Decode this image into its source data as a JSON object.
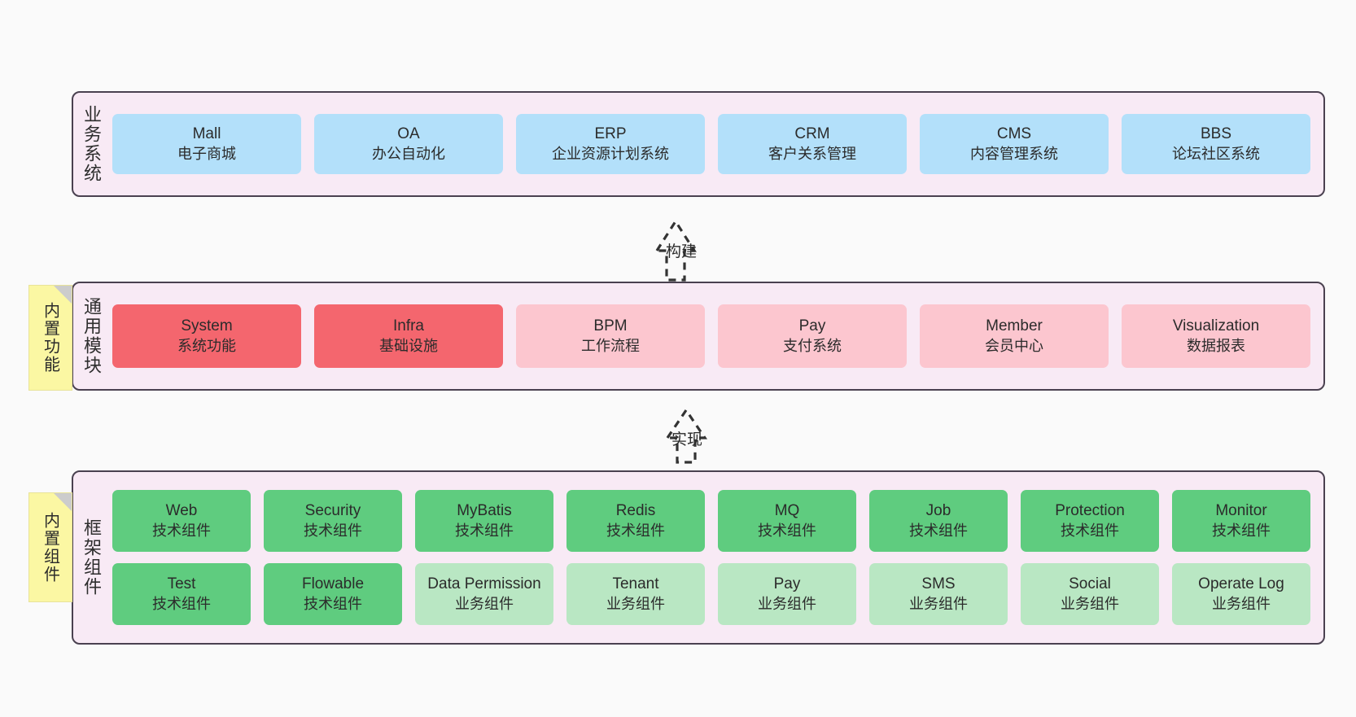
{
  "diagram": {
    "title_semantic": "ruoyi-vue-pro-architecture",
    "background": "#fafafa",
    "panel_bg": "#f8eaf5",
    "panel_border": "#4a4150",
    "colors": {
      "blue": "#b3e0fa",
      "red": "#f4666e",
      "pink": "#fcc6cf",
      "green": "#5fcc7f",
      "light_green": "#b9e7c3",
      "sticky_yellow": "#fbf7a3",
      "sticky_fold": "#cccccc"
    }
  },
  "layers": [
    {
      "id": "business",
      "title": "业务系统",
      "sticky": null,
      "rows": [
        {
          "cards": [
            {
              "name": "Mall",
              "sub": "电子商城",
              "color": "blue"
            },
            {
              "name": "OA",
              "sub": "办公自动化",
              "color": "blue"
            },
            {
              "name": "ERP",
              "sub": "企业资源计划系统",
              "color": "blue"
            },
            {
              "name": "CRM",
              "sub": "客户关系管理",
              "color": "blue"
            },
            {
              "name": "CMS",
              "sub": "内容管理系统",
              "color": "blue"
            },
            {
              "name": "BBS",
              "sub": "论坛社区系统",
              "color": "blue"
            }
          ]
        }
      ]
    },
    {
      "id": "modules",
      "title": "通用模块",
      "sticky": "内置功能",
      "rows": [
        {
          "cards": [
            {
              "name": "System",
              "sub": "系统功能",
              "color": "red"
            },
            {
              "name": "Infra",
              "sub": "基础设施",
              "color": "red"
            },
            {
              "name": "BPM",
              "sub": "工作流程",
              "color": "pink"
            },
            {
              "name": "Pay",
              "sub": "支付系统",
              "color": "pink"
            },
            {
              "name": "Member",
              "sub": "会员中心",
              "color": "pink"
            },
            {
              "name": "Visualization",
              "sub": "数据报表",
              "color": "pink"
            }
          ]
        }
      ]
    },
    {
      "id": "framework",
      "title": "框架组件",
      "sticky": "内置组件",
      "rows": [
        {
          "cards": [
            {
              "name": "Web",
              "sub": "技术组件",
              "color": "green"
            },
            {
              "name": "Security",
              "sub": "技术组件",
              "color": "green"
            },
            {
              "name": "MyBatis",
              "sub": "技术组件",
              "color": "green"
            },
            {
              "name": "Redis",
              "sub": "技术组件",
              "color": "green"
            },
            {
              "name": "MQ",
              "sub": "技术组件",
              "color": "green"
            },
            {
              "name": "Job",
              "sub": "技术组件",
              "color": "green"
            },
            {
              "name": "Protection",
              "sub": "技术组件",
              "color": "green"
            },
            {
              "name": "Monitor",
              "sub": "技术组件",
              "color": "green"
            }
          ]
        },
        {
          "cards": [
            {
              "name": "Test",
              "sub": "技术组件",
              "color": "green"
            },
            {
              "name": "Flowable",
              "sub": "技术组件",
              "color": "green"
            },
            {
              "name": "Data Permission",
              "sub": "业务组件",
              "color": "lgreen"
            },
            {
              "name": "Tenant",
              "sub": "业务组件",
              "color": "lgreen"
            },
            {
              "name": "Pay",
              "sub": "业务组件",
              "color": "lgreen"
            },
            {
              "name": "SMS",
              "sub": "业务组件",
              "color": "lgreen"
            },
            {
              "name": "Social",
              "sub": "业务组件",
              "color": "lgreen"
            },
            {
              "name": "Operate Log",
              "sub": "业务组件",
              "color": "lgreen"
            }
          ]
        }
      ]
    }
  ],
  "arrows": [
    {
      "id": "build",
      "label": "构建",
      "from": "modules",
      "to": "business"
    },
    {
      "id": "implement",
      "label": "实现",
      "from": "framework",
      "to": "modules"
    }
  ]
}
